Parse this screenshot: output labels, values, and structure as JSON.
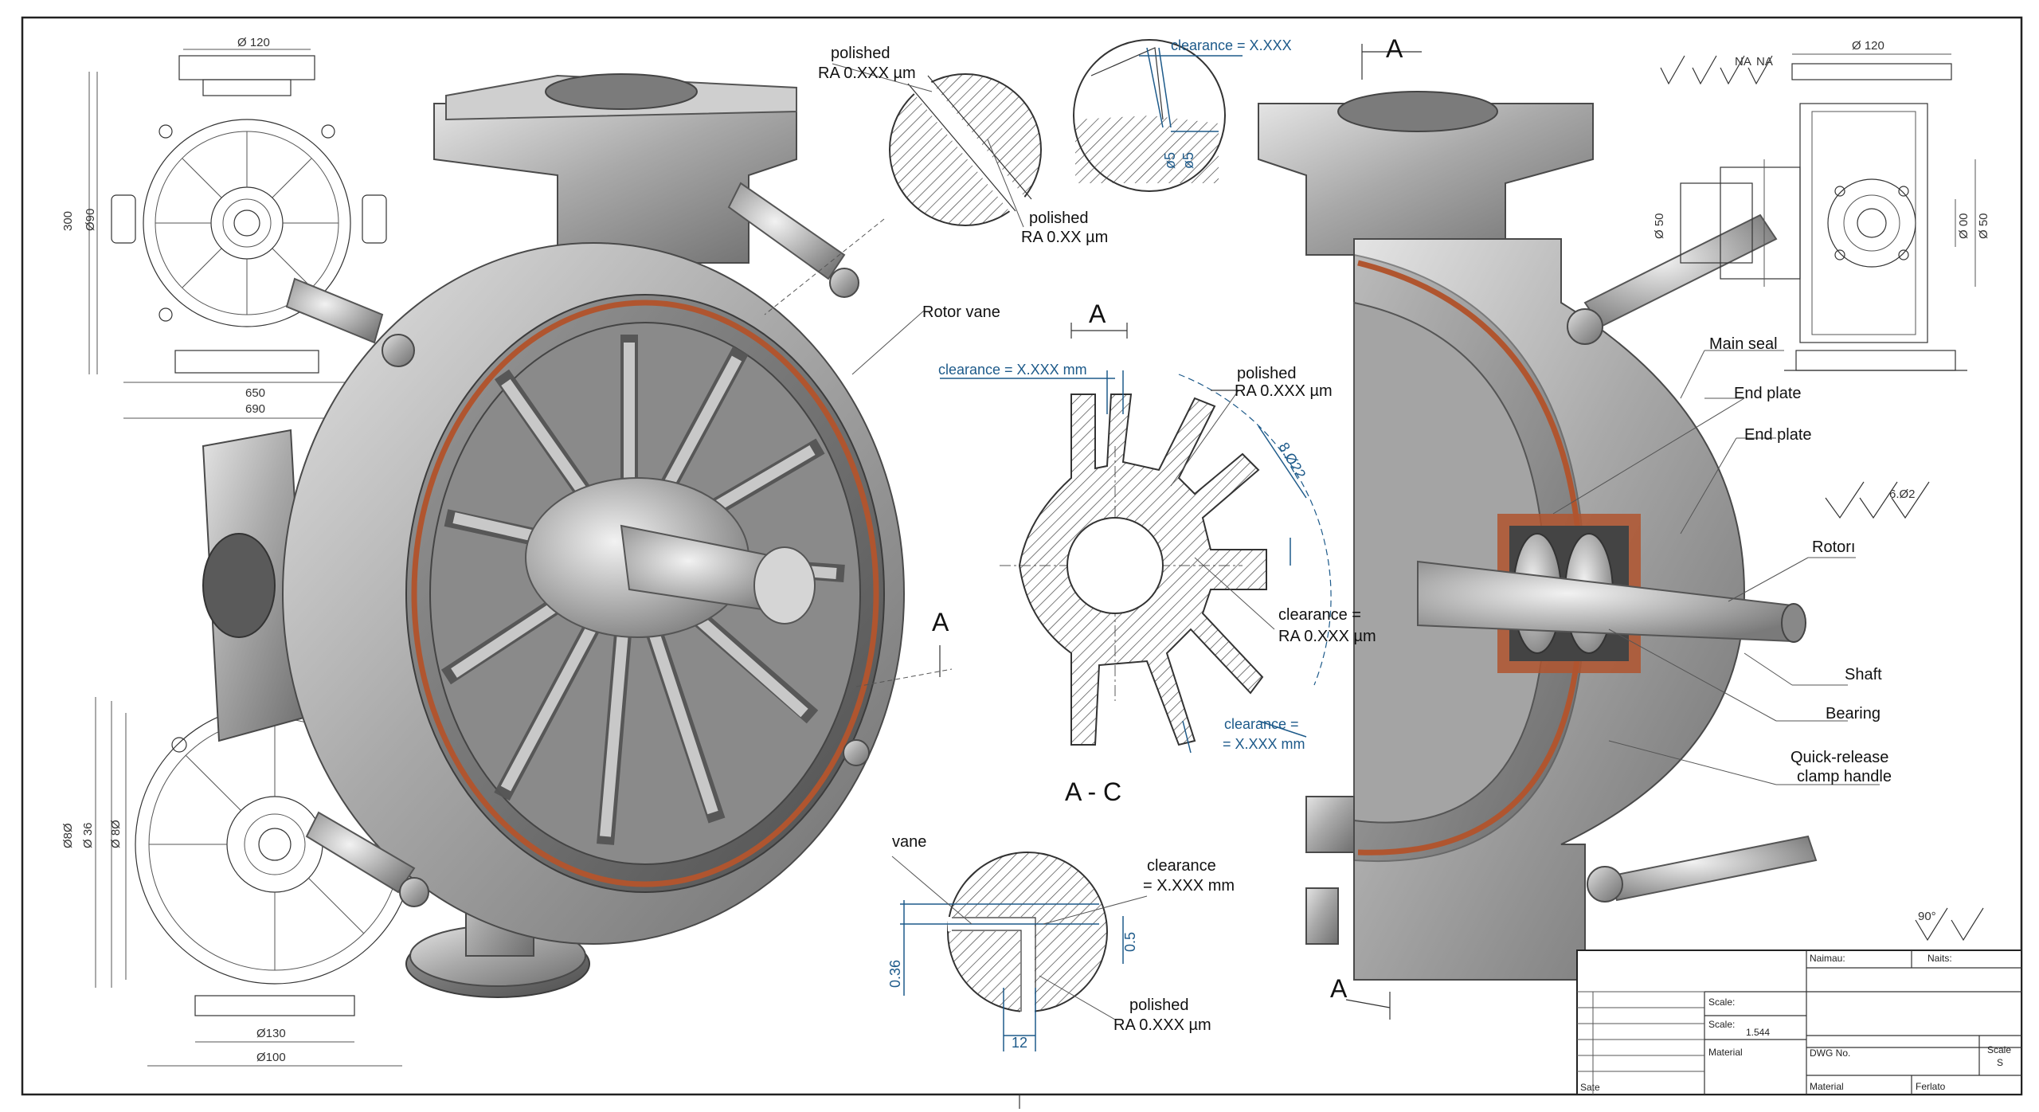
{
  "left_view": {
    "dim_top": "Ø 120",
    "dim_height": "300",
    "dim_dia": "Ø90",
    "dim_width_inner": "650",
    "dim_width_outer": "690"
  },
  "lower_left_view": {
    "dim_a": "Ø8Ø",
    "dim_b": "Ø 36",
    "dim_c": "Ø 8Ø",
    "dim_bottom_inner": "Ø130",
    "dim_bottom_outer": "Ø100"
  },
  "detail_top": {
    "label1": "polished",
    "label1b": "RA 0.XXX µm",
    "label2": "polished",
    "label2b": "RA 0.XX µm"
  },
  "detail_clearance": {
    "label": "clearance = X.XXX",
    "dim1": "ø5",
    "dim2": "ø5"
  },
  "callouts": {
    "rotor_vane": "Rotor vane",
    "main_seal": "Main seal",
    "end_plate_1": "End plate",
    "end_plate_2": "End plate",
    "rotor": "Rotorı",
    "shaft": "Shaft",
    "bearing": "Bearing",
    "clamp_line1": "Quick-release",
    "clamp_line2": "clamp handle"
  },
  "section_view": {
    "section_mark": "A",
    "clearance_top": "clearance = X.XXX mm",
    "polished": "polished",
    "polished_ra": "RA 0.XXX µm",
    "arc_dim": "8.Ø22",
    "clearance_right": "clearance =",
    "clearance_right_val": "RA 0.XXX µm",
    "clearance_bottom": "clearance =",
    "clearance_bottom_val": "= X.XXX mm",
    "title": "A - C"
  },
  "section_marks": {
    "mark_left": "A",
    "mark_top_right": "A",
    "mark_bottom_right": "A"
  },
  "vane_detail": {
    "vane": "vane",
    "clearance": "clearance",
    "clearance_val": "= X.XXX mm",
    "polished": "polished",
    "polished_ra": "RA 0.XXX µm",
    "dim_left": "0.36",
    "dim_right": "0.5",
    "dim_bottom": "12"
  },
  "right_view": {
    "symbols": [
      "NA",
      "NA"
    ],
    "dim_top": "Ø 120",
    "dim_left": "Ø 50",
    "dim_right1": "Ø 00",
    "dim_right2": "Ø 50"
  },
  "surface_symbol_label": "6.Ø2",
  "angle_label": "90°",
  "title_block": {
    "name_label": "Naimau:",
    "notes_label": "Naits:",
    "scale_label": "Scale:",
    "scale_label2": "Scale:",
    "scale_value": "1.544",
    "material_label": "Material",
    "dwg_label": "DWG No.",
    "scale_label3": "Scale",
    "scale_value3": "S",
    "date_label": "Sate",
    "material_label2": "Material",
    "ferlato": "Ferlato"
  }
}
